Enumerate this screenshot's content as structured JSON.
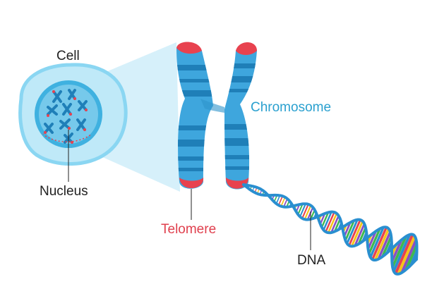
{
  "labels": {
    "cell": "Cell",
    "nucleus": "Nucleus",
    "chromosome": "Chromosome",
    "telomere": "Telomere",
    "dna": "DNA"
  },
  "colors": {
    "text_dark": "#222222",
    "chromosome_label": "#2aa0cf",
    "telomere_label": "#e0404e",
    "cell_membrane": "#8ad6f2",
    "cytoplasm": "#bfe9f8",
    "nucleus": "#3fb1e0",
    "nucleus_inner": "#a7def4",
    "chromosome_body": "#3ea6dd",
    "chromosome_band": "#1f7fb8",
    "telomere": "#e8424f",
    "zoom_cone": "#d2eefa",
    "dna_backbone": "#2a8fd0",
    "base_pair_colors": [
      "#e8424f",
      "#f5c518",
      "#8a4fc4",
      "#3fb84f",
      "#2a8fd0"
    ]
  }
}
